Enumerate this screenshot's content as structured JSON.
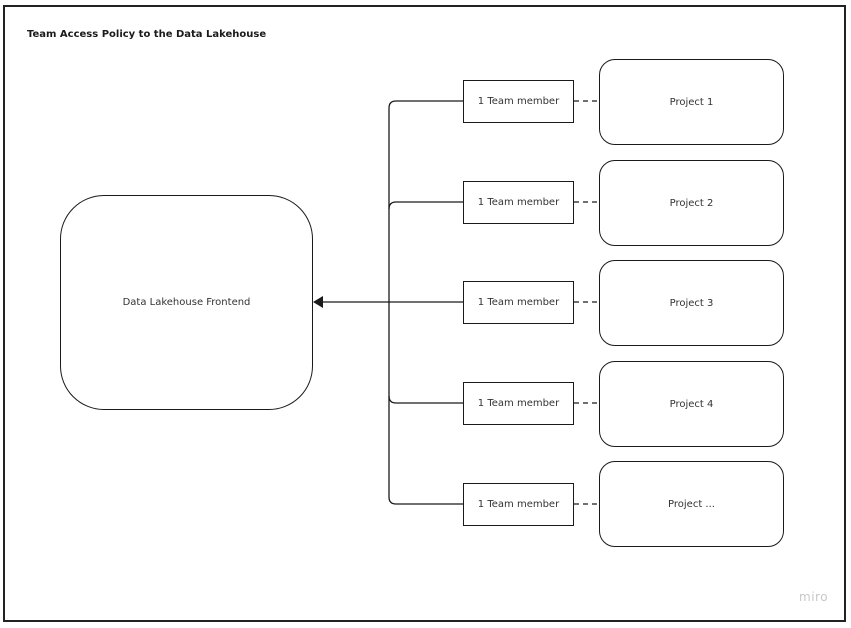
{
  "title": "Team Access Policy to the Data Lakehouse",
  "frontend": {
    "label": "Data Lakehouse Frontend"
  },
  "rows": [
    {
      "member": "1 Team member",
      "project": "Project 1"
    },
    {
      "member": "1 Team member",
      "project": "Project 2"
    },
    {
      "member": "1 Team member",
      "project": "Project 3"
    },
    {
      "member": "1 Team member",
      "project": "Project 4"
    },
    {
      "member": "1 Team member",
      "project": "Project ..."
    }
  ],
  "brand": "miro",
  "colors": {
    "stroke": "#1a1a1a",
    "text": "#333333",
    "brand": "#c8c8c8"
  }
}
